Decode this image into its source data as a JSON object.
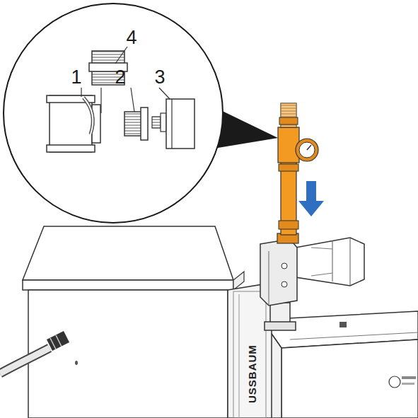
{
  "diagram": {
    "labels": [
      "4",
      "1",
      "2",
      "3",
      "USSBAUM"
    ]
  }
}
